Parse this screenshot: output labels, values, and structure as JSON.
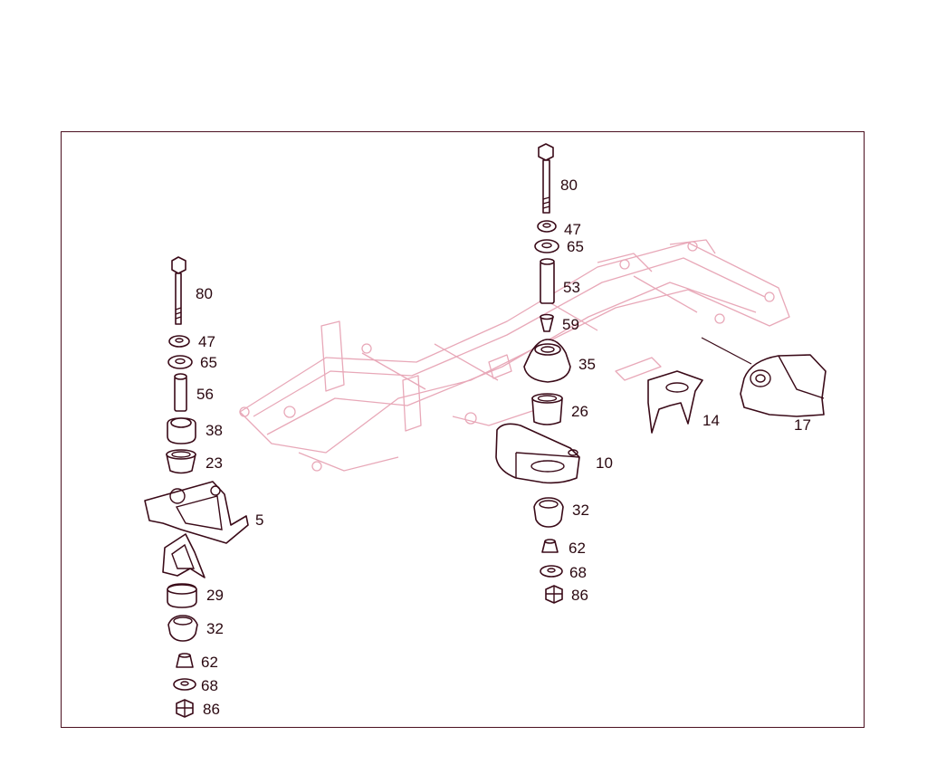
{
  "diagram": {
    "colors": {
      "parts": "#3a0a18",
      "chassis": "#e8a8b8",
      "border": "#4a1020",
      "text": "#2a0810"
    },
    "left_stack_labels": [
      "80",
      "47",
      "65",
      "56",
      "38",
      "23",
      "5",
      "29",
      "32",
      "62",
      "68",
      "86"
    ],
    "center_stack_labels": [
      "80",
      "47",
      "65",
      "53",
      "59",
      "35",
      "26",
      "10",
      "32",
      "62",
      "68",
      "86"
    ],
    "right_labels": [
      "14",
      "17"
    ]
  }
}
